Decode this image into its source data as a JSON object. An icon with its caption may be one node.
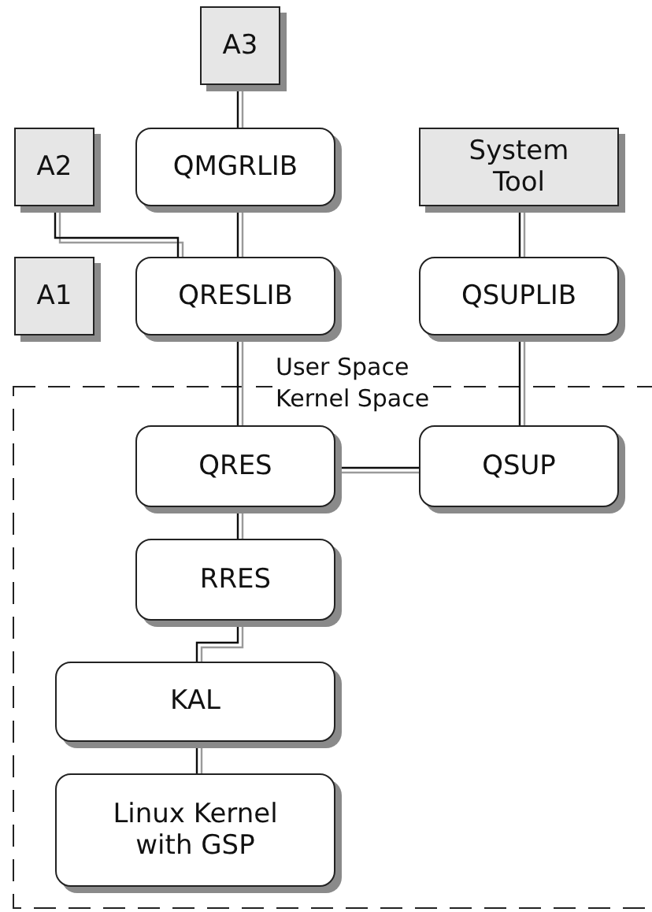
{
  "diagram": {
    "nodes": [
      {
        "text": [
          "A3"
        ]
      },
      {
        "text": [
          "A2"
        ]
      },
      {
        "text": [
          "QMGRLIB"
        ]
      },
      {
        "text": [
          "System Tool"
        ]
      },
      {
        "text": [
          "A1"
        ]
      },
      {
        "text": [
          "QRESLIB"
        ]
      },
      {
        "text": [
          "QSUPLIB"
        ]
      },
      {
        "text": [
          "QRES"
        ]
      },
      {
        "text": [
          "QSUP"
        ]
      },
      {
        "text": [
          "RRES"
        ]
      },
      {
        "text": [
          "KAL"
        ]
      },
      {
        "text": [
          "Linux Kernel with GSP"
        ]
      }
    ],
    "edges": [
      {
        "from": 0,
        "to": 2,
        "arrow": "none"
      },
      {
        "from": 1,
        "to": 5,
        "arrow": "none"
      },
      {
        "from": 2,
        "to": 5,
        "arrow": "none"
      },
      {
        "from": 3,
        "to": 6,
        "arrow": "none"
      },
      {
        "from": 5,
        "to": 7,
        "arrow": "none"
      },
      {
        "from": 6,
        "to": 8,
        "arrow": "none"
      },
      {
        "from": 7,
        "to": 8,
        "arrow": "none"
      },
      {
        "from": 7,
        "to": 9,
        "arrow": "none"
      },
      {
        "from": 9,
        "to": 10,
        "arrow": "none"
      },
      {
        "from": 10,
        "to": 11,
        "arrow": "none"
      }
    ],
    "labels": [
      "User Space",
      "Kernel Space"
    ]
  }
}
